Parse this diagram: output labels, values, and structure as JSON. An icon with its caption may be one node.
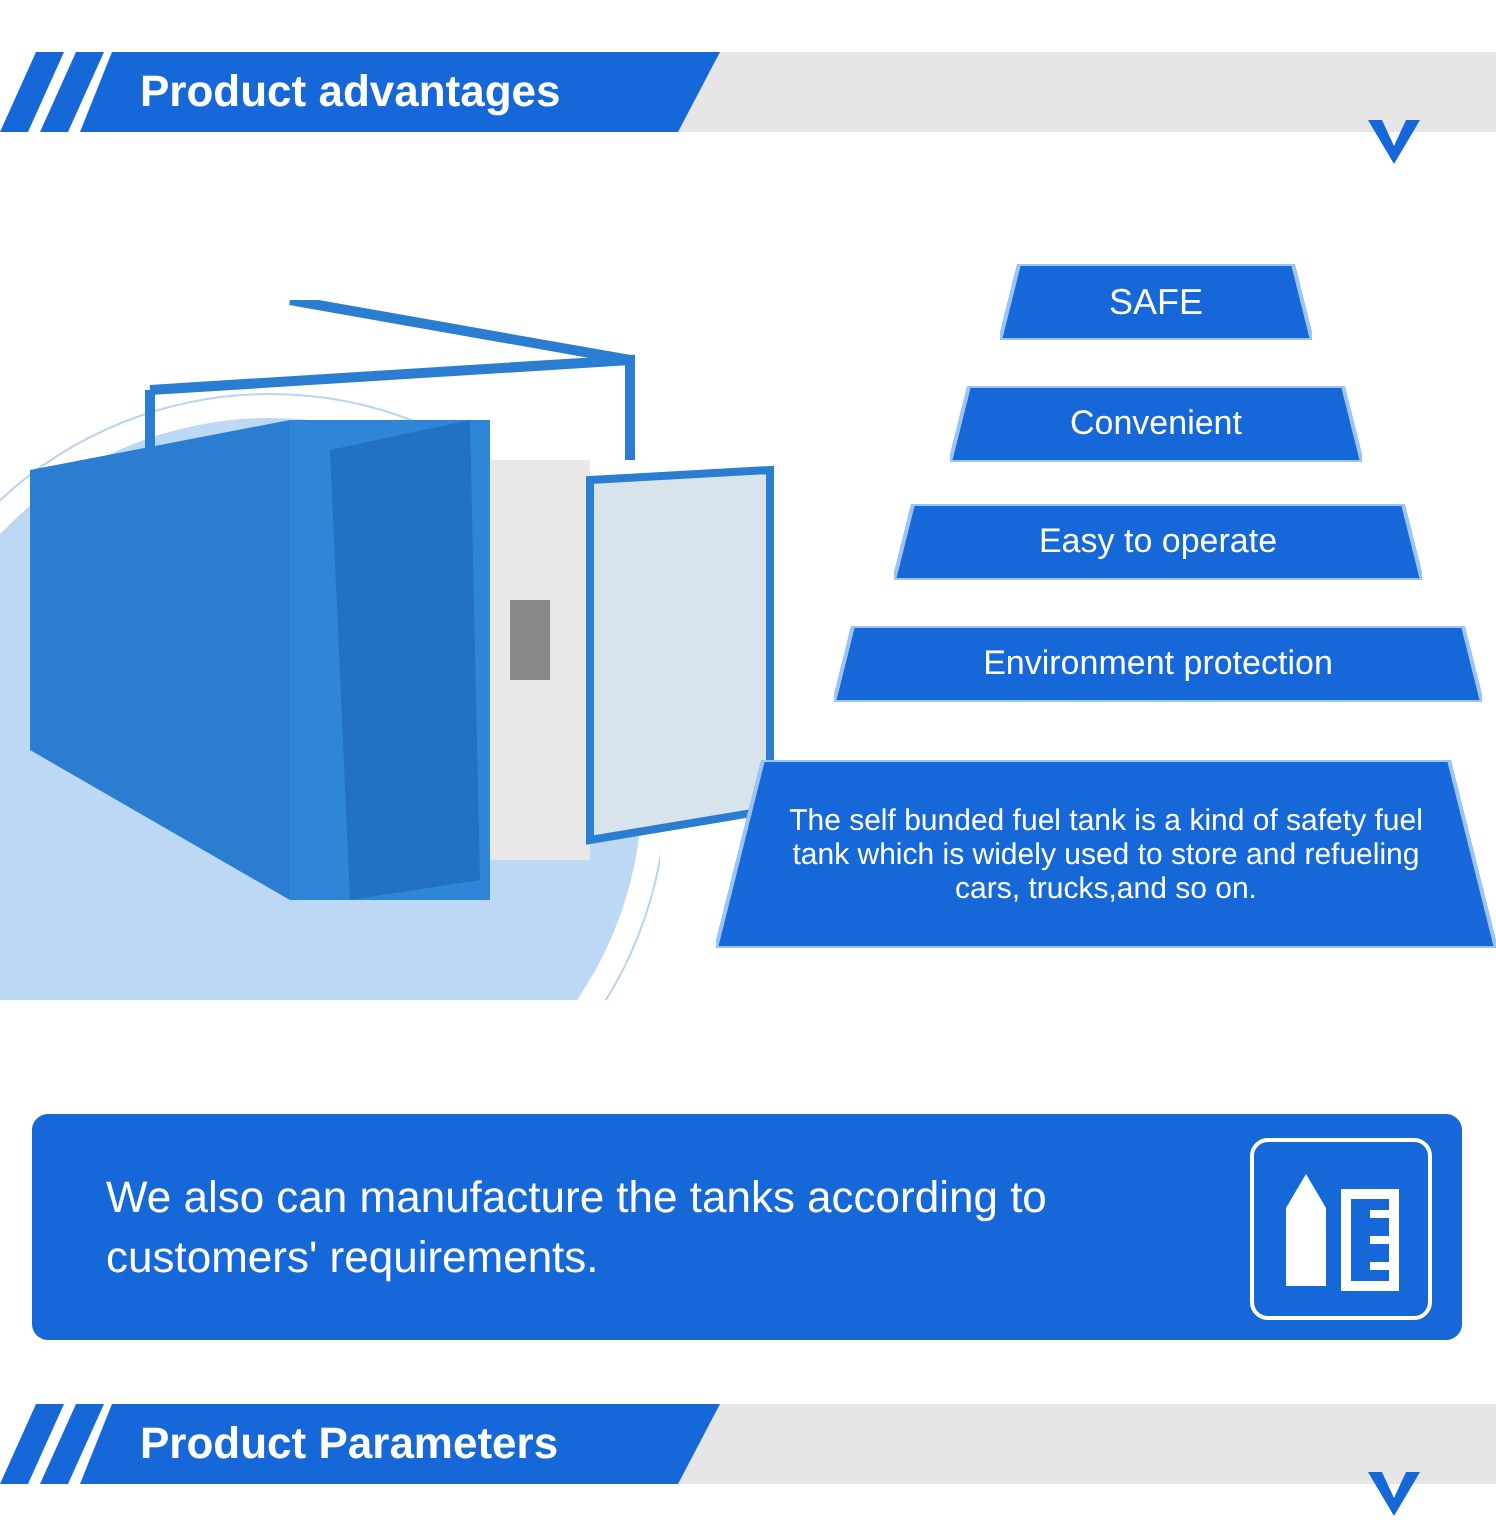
{
  "diagram": {
    "title": "Product advantages",
    "nodes": [
      {
        "text": [
          "SAFE"
        ]
      },
      {
        "text": [
          "Convenient"
        ]
      },
      {
        "text": [
          "Easy to operate"
        ]
      },
      {
        "text": [
          "Environment protection"
        ]
      },
      {
        "text": [
          "The self bunded fuel tank is a kind of safety fuel tank which  is widely used to store and refueling cars, trucks,and so on."
        ]
      },
      {
        "text": [
          "We also can manufacture the tanks according to customers' requirements."
        ]
      }
    ],
    "labels": [
      "Product Parameters"
    ]
  }
}
